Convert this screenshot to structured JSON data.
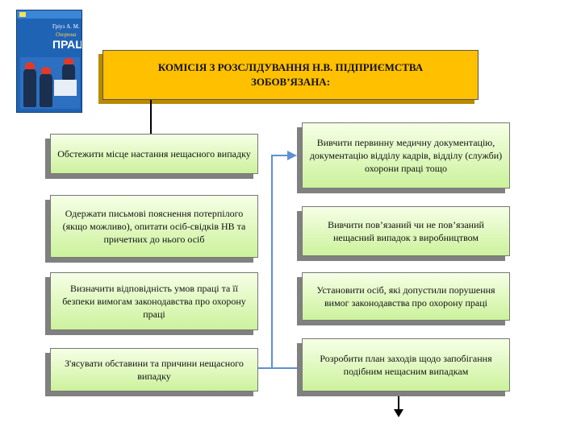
{
  "book_cover": {
    "author": "Гріуз А. М.",
    "subtitle": "Охорона",
    "title": "ПРАЦІ"
  },
  "header": {
    "text": "КОМІСІЯ З РОЗСЛІДУВАННЯ Н.В. ПІДПРИЄМСТВА\nЗОБОВ’ЯЗАНА:"
  },
  "left_items": [
    "Обстежити місце настання нещасного випадку",
    "Одержати письмові пояснення потерпілого (якщо можливо), опитати осіб-свідків НВ та причетних до нього осіб",
    "Визначити відповідність умов праці та її безпеки вимогам законодавства про охорону праці",
    "З'ясувати обставини та причини нещасного випадку"
  ],
  "right_items": [
    "Вивчити первинну медичну документацію, документацію відділу кадрів, відділу (служби) охорони праці тощо",
    "Вивчити пов’язаний чи не пов’язаний нещасний випадок з виробництвом",
    "Установити осіб, які допустили порушення вимог законодавства про охорону праці",
    "Розробити план заходів щодо запобігання подібним нещасним випадкам"
  ],
  "colors": {
    "header_fill": "#ffc000",
    "node_fill": "#ccf29c",
    "connector": "#5f8fd6"
  }
}
